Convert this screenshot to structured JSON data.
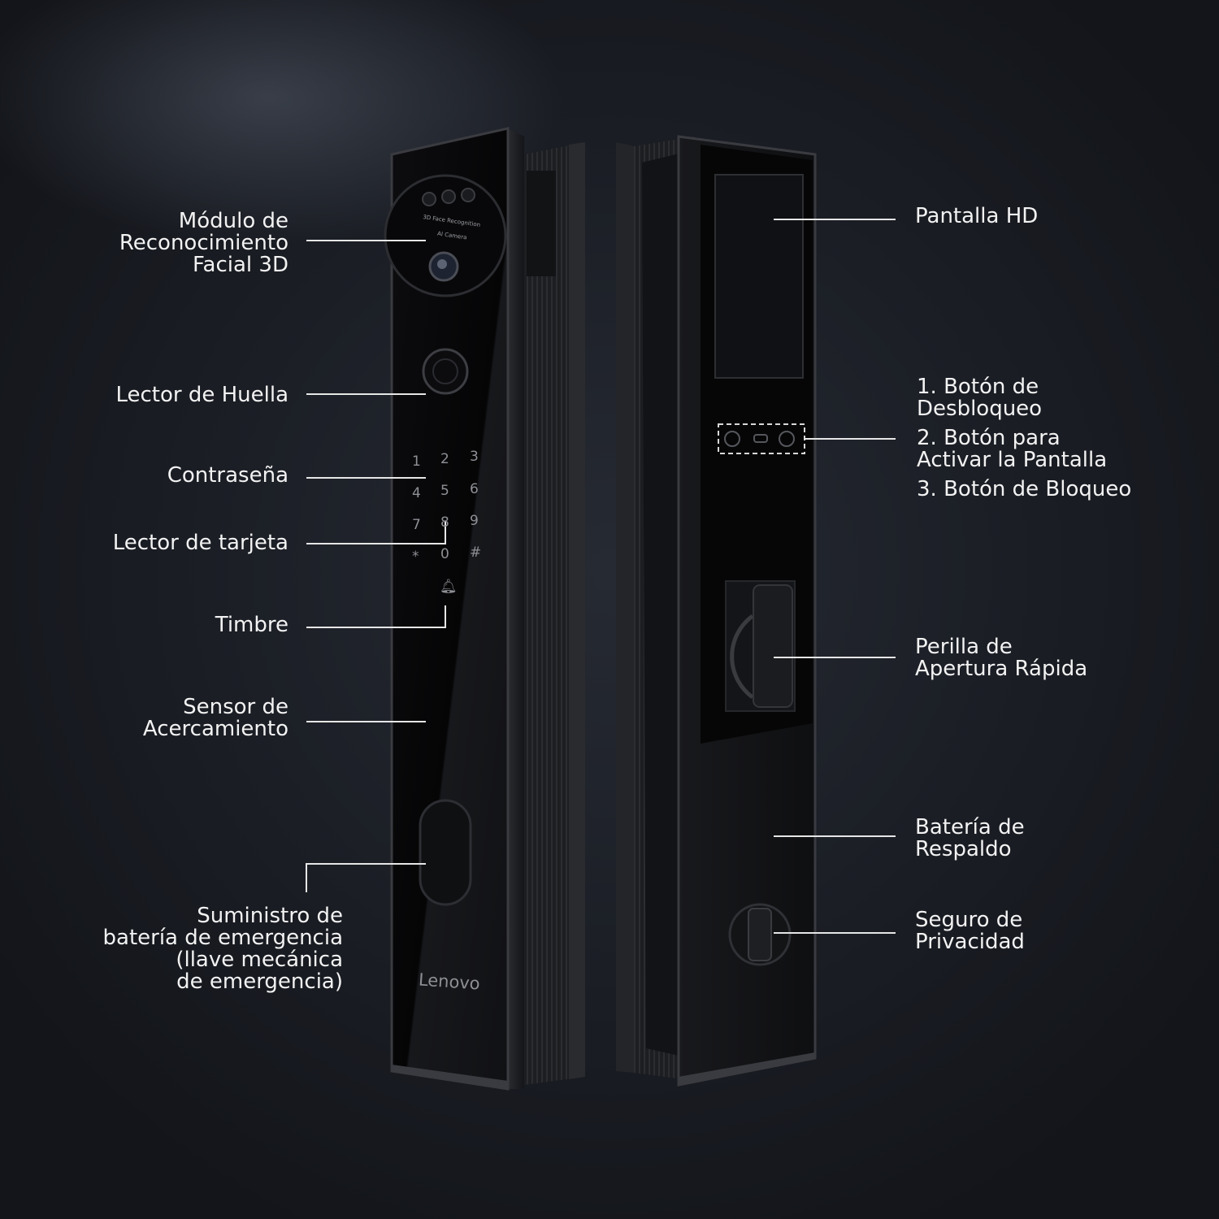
{
  "labels_left": [
    {
      "id": "facial-module",
      "lines": [
        "Módulo de",
        "Reconocimiento",
        "Facial 3D"
      ]
    },
    {
      "id": "fingerprint",
      "lines": [
        "Lector de Huella"
      ]
    },
    {
      "id": "password",
      "lines": [
        "Contraseña"
      ]
    },
    {
      "id": "card-reader",
      "lines": [
        "Lector de tarjeta"
      ]
    },
    {
      "id": "doorbell",
      "lines": [
        "Timbre"
      ]
    },
    {
      "id": "proximity",
      "lines": [
        "Sensor de",
        "Acercamiento"
      ]
    },
    {
      "id": "emergency",
      "lines": [
        "Suministro de",
        "batería de emergencia",
        "(llave mecánica",
        "de emergencia)"
      ]
    }
  ],
  "labels_right": [
    {
      "id": "hd-screen",
      "lines": [
        "Pantalla HD"
      ]
    },
    {
      "id": "buttons",
      "lines": [
        "1. Botón de",
        "Desbloqueo",
        "2. Botón para",
        "Activar la Pantalla",
        "3. Botón de Bloqueo"
      ]
    },
    {
      "id": "knob",
      "lines": [
        "Perilla de",
        "Apertura Rápida"
      ]
    },
    {
      "id": "backup-battery",
      "lines": [
        "Batería de",
        "Respaldo"
      ]
    },
    {
      "id": "privacy-lock",
      "lines": [
        "Seguro de",
        "Privacidad"
      ]
    }
  ],
  "device": {
    "brand": "Lenovo",
    "camera_text": [
      "3D Face Recognition",
      "AI Camera"
    ],
    "keypad": [
      "1",
      "2",
      "3",
      "4",
      "5",
      "6",
      "7",
      "8",
      "9",
      "*",
      "0",
      "#"
    ]
  },
  "colors": {
    "background": "#1b1e25",
    "text": "#f2f2f2",
    "device": "#0b0b0d"
  }
}
